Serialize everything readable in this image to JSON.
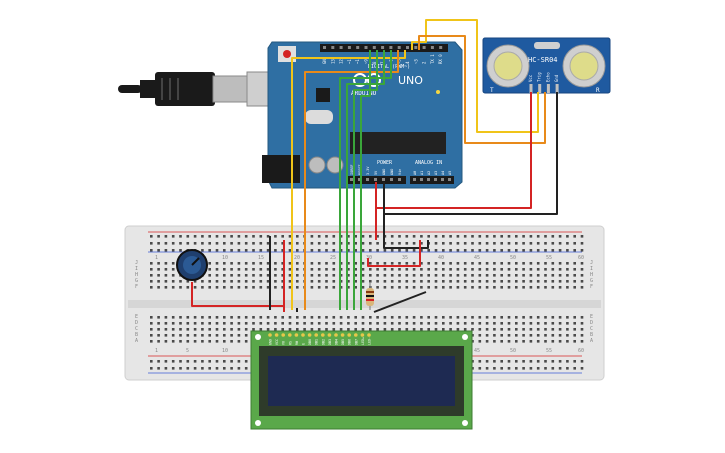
{
  "arduino": {
    "brand": "ARDUINO",
    "model": "UNO",
    "digital_label": "DIGITAL (PWM~)",
    "power_label": "POWER",
    "analog_label": "ANALOG IN",
    "header_top_labels": [
      "GND",
      "13",
      "12",
      "~11",
      "~10",
      "~9",
      "8",
      "7",
      "~6",
      "~5",
      "4",
      "~3",
      "2",
      "TX 1",
      "RX 0"
    ],
    "power_pin_labels": [
      "IOREF",
      "RESET",
      "3.3V",
      "5V",
      "GND",
      "GND",
      "Vin"
    ],
    "analog_pin_labels": [
      "A0",
      "A1",
      "A2",
      "A3",
      "A4",
      "A5"
    ]
  },
  "sensor": {
    "name": "HC-SR04",
    "pins": [
      "Vcc",
      "Trig",
      "Echo",
      "Gnd"
    ],
    "left_mark": "T",
    "right_mark": "R"
  },
  "breadboard": {
    "row_letters_top": [
      "J",
      "I",
      "H",
      "G",
      "F"
    ],
    "row_letters_bottom": [
      "E",
      "D",
      "C",
      "B",
      "A"
    ],
    "column_numbers": [
      "1",
      "5",
      "10",
      "15",
      "20",
      "25",
      "30",
      "35",
      "40",
      "45",
      "50",
      "55",
      "60"
    ]
  },
  "lcd": {
    "pin_labels": [
      "GND",
      "VCC",
      "V0",
      "RS",
      "RW",
      "E",
      "DB0",
      "DB1",
      "DB2",
      "DB3",
      "DB4",
      "DB5",
      "DB6",
      "DB7",
      "LED+",
      "LED-"
    ]
  },
  "colors": {
    "arduino_board": "#2f6fa3",
    "sensor_board": "#1f5aa0",
    "breadboard": "#e6e6e6",
    "lcd_pcb": "#5aa84a",
    "lcd_screen": "#1e2a52",
    "wire_red": "#d42424",
    "wire_black": "#222222",
    "wire_yellow": "#f0c419",
    "wire_orange": "#e88a1a",
    "wire_green": "#3aa63a"
  }
}
